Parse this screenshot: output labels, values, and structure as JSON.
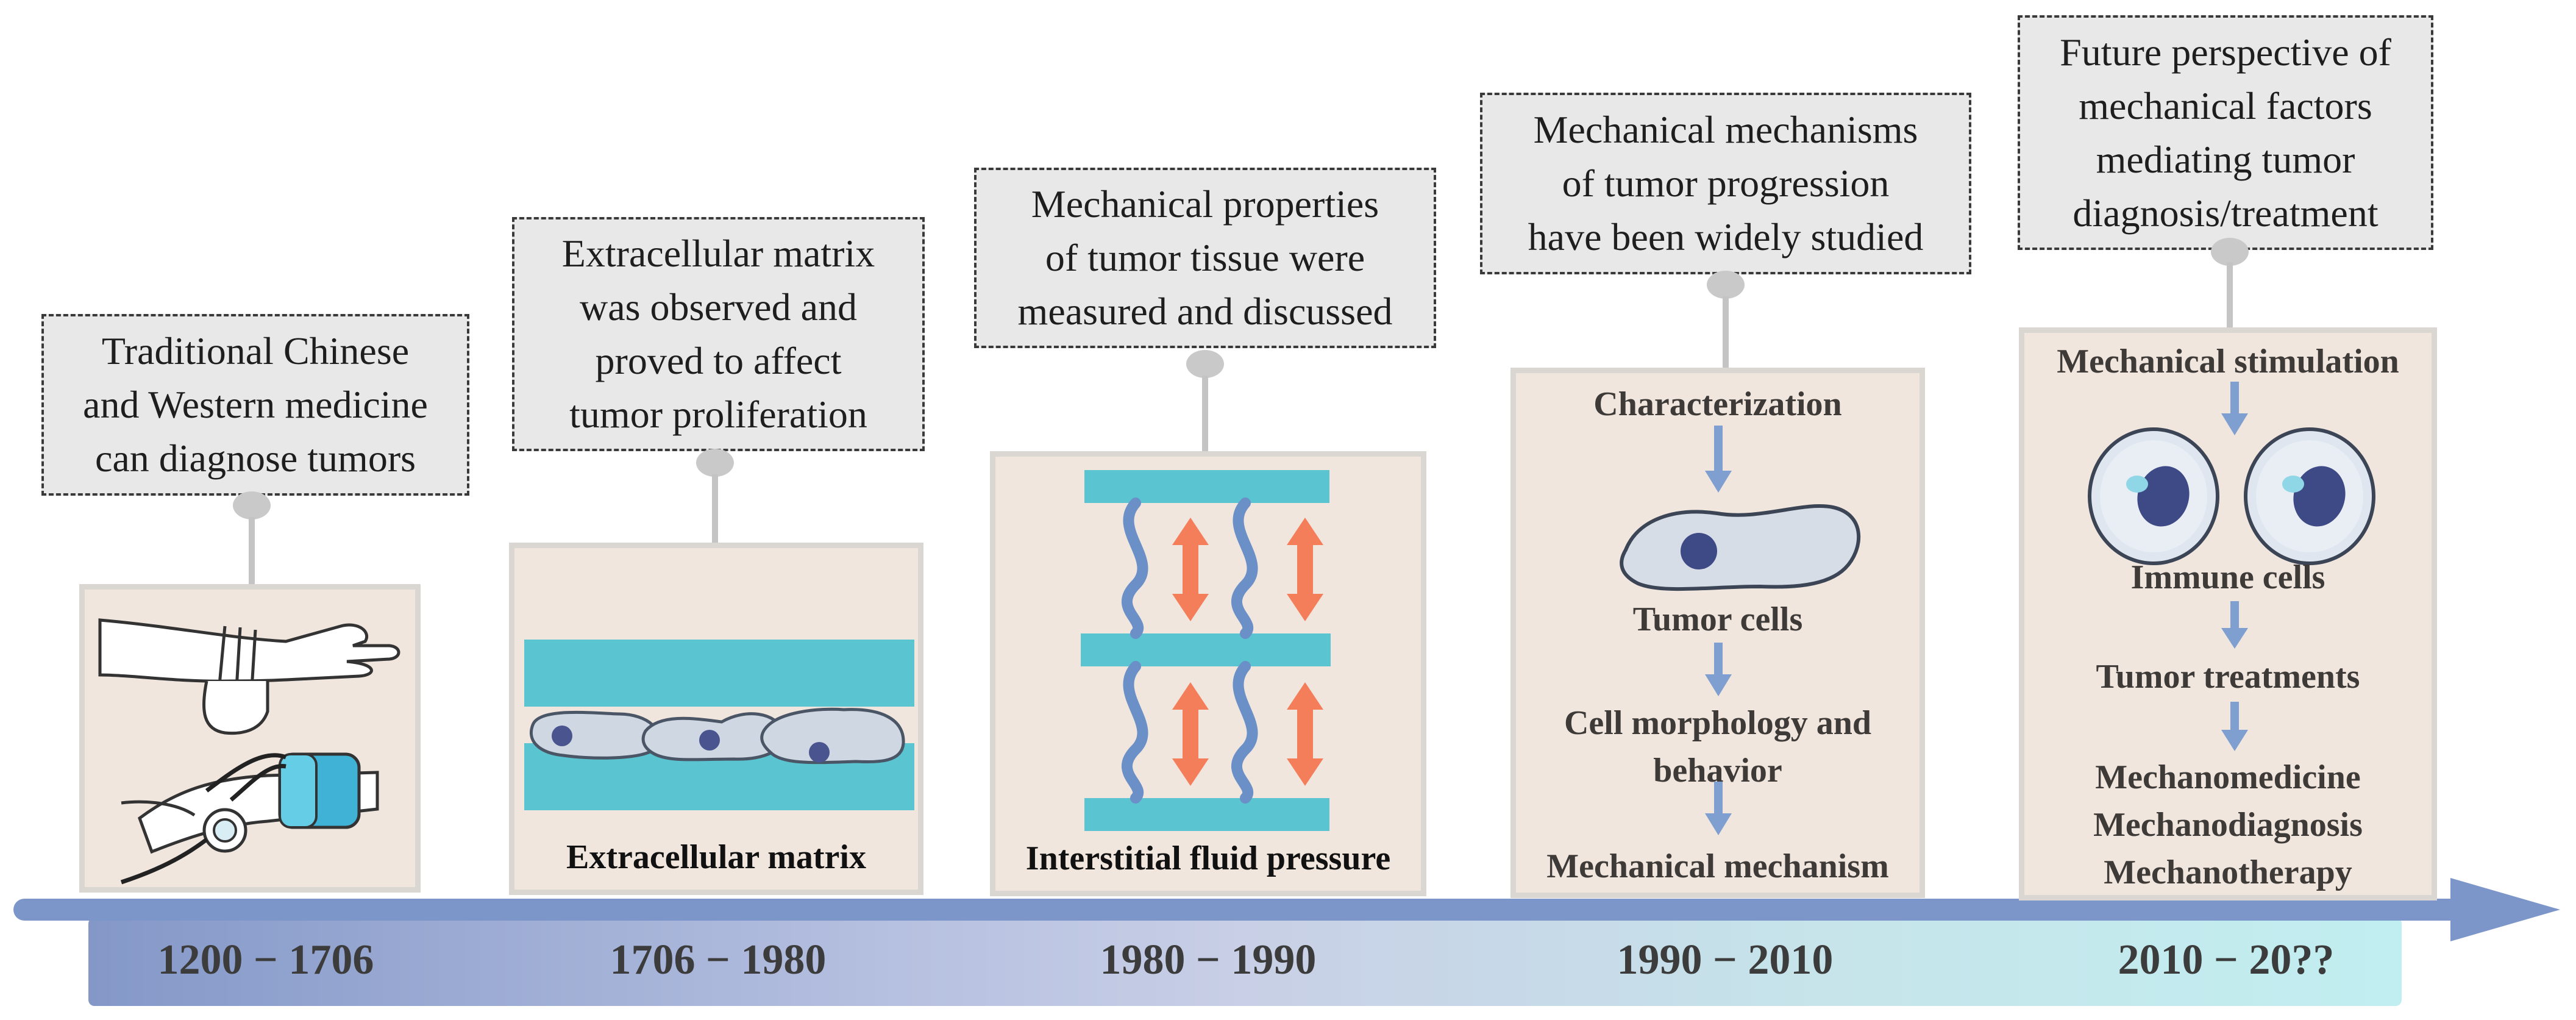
{
  "colors": {
    "panel_bg": "#f0e6de",
    "panel_border": "#dad6d2",
    "callout_bg": "#e8e8e8",
    "teal": "#5bc4d1",
    "wave": "#6b8fc7",
    "arrow_orange": "#f47d5a",
    "flow_arrow": "#7f9fd0",
    "timeline_arrow": "#7d96c9"
  },
  "callouts": [
    {
      "lines": [
        "Traditional Chinese",
        "and Western medicine",
        "can diagnose tumors"
      ]
    },
    {
      "lines": [
        "Extracellular matrix",
        "was observed and",
        "proved to affect",
        "tumor proliferation"
      ]
    },
    {
      "lines": [
        "Mechanical properties",
        "of tumor tissue were",
        "measured and discussed"
      ]
    },
    {
      "lines": [
        "Mechanical mechanisms",
        "of tumor progression",
        "have been widely studied"
      ]
    },
    {
      "lines": [
        "Future perspective of",
        "mechanical factors",
        "mediating tumor",
        "diagnosis/treatment"
      ]
    }
  ],
  "panels": {
    "p2_caption": "Extracellular matrix",
    "p3_caption": "Interstitial fluid pressure",
    "p4": {
      "step1": "Characterization",
      "step2": "Tumor cells",
      "step3": [
        "Cell morphology and",
        "behavior"
      ],
      "step4": "Mechanical mechanism"
    },
    "p5": {
      "step1": "Mechanical stimulation",
      "step2": "Immune cells",
      "step3": "Tumor treatments",
      "step4": [
        "Mechanomedicine",
        "Mechanodiagnosis",
        "Mechanotherapy"
      ]
    }
  },
  "eras": [
    "1200 − 1706",
    "1706 − 1980",
    "1980 − 1990",
    "1990 − 2010",
    "2010 − 20??"
  ]
}
